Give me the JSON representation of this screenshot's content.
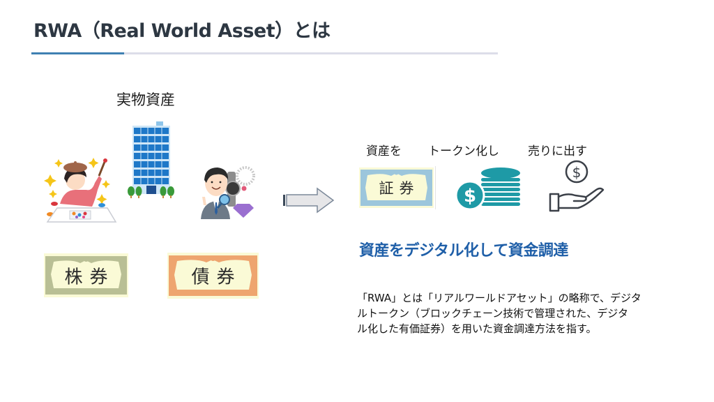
{
  "slide": {
    "title": "RWA（Real World Asset）とは",
    "accent_color": "#3f80b2",
    "underline_color": "#dcdde9"
  },
  "left": {
    "label": "実物資産",
    "illustrations": [
      {
        "name": "artist-painting",
        "description": "art"
      },
      {
        "name": "office-building",
        "description": "real estate"
      },
      {
        "name": "man-with-jewelry",
        "description": "watches and jewelry"
      }
    ],
    "certificates": [
      {
        "label": "株券",
        "border_color": "#b9bf95"
      },
      {
        "label": "債券",
        "border_color": "#eea56f"
      }
    ]
  },
  "arrow": {
    "icon": "right-arrow-icon"
  },
  "right": {
    "steps": [
      {
        "label": "資産を",
        "icon": "securities-certificate-icon"
      },
      {
        "label": "トークン化し",
        "icon": "coin-stack-icon"
      },
      {
        "label": "売りに出す",
        "icon": "hand-dollar-icon"
      }
    ],
    "certificate": {
      "label": "証券",
      "border_color": "#9cc6dc"
    },
    "coin_color": "#1e9aa6",
    "headline": "資産をデジタル化して資金調達",
    "headline_color": "#1f5fa8",
    "description_lines": [
      "「RWA」とは「リアルワールドアセット」の略称で、デジタ",
      "ルトークン（ブロックチェーン技術で管理された、デジタ",
      "ル化した有価証券）を用いた資金調達方法を指す。"
    ]
  }
}
